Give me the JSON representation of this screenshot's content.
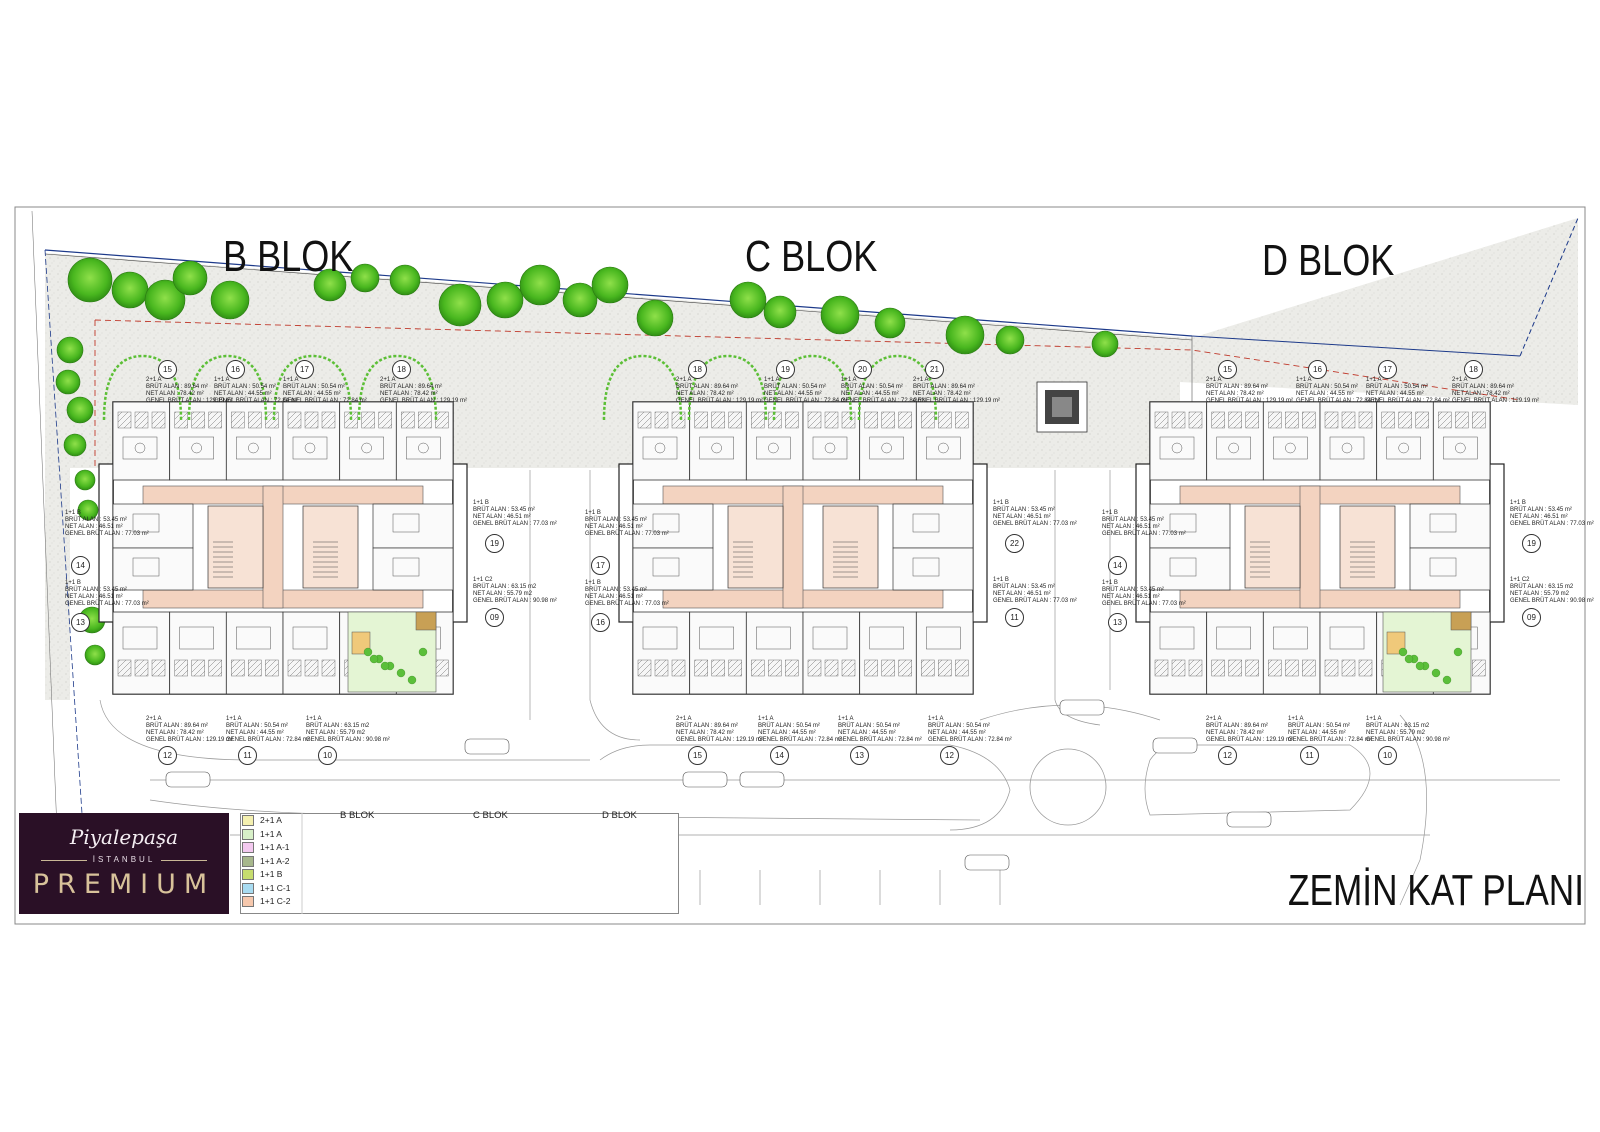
{
  "blocks": [
    {
      "title": "B BLOK"
    },
    {
      "title": "C BLOK"
    },
    {
      "title": "D BLOK"
    }
  ],
  "plan_title": "ZEMİN KAT PLANI",
  "brand": {
    "script": "Piyalepaşa",
    "sub": "İSTANBUL",
    "main": "PREMIUM"
  },
  "legend": {
    "items": [
      {
        "label": "2+1 A",
        "color": "#f4f0b0"
      },
      {
        "label": "1+1 A",
        "color": "#d8f0c8"
      },
      {
        "label": "1+1 A-1",
        "color": "#f3c9ef"
      },
      {
        "label": "1+1 A-2",
        "color": "#a7b78c"
      },
      {
        "label": "1+1 B",
        "color": "#c6dc6e"
      },
      {
        "label": "1+1 C-1",
        "color": "#a9dcf1"
      },
      {
        "label": "1+1 C-2",
        "color": "#f6c8ad"
      }
    ],
    "mini_titles": [
      "B BLOK",
      "C BLOK",
      "D BLOK"
    ]
  },
  "unit_numbers": {
    "b_top": [
      "15",
      "16",
      "17",
      "18"
    ],
    "b_left": [
      "14",
      "13"
    ],
    "b_right": [
      "19",
      "09"
    ],
    "b_bottom": [
      "12",
      "11",
      "10"
    ],
    "c_top": [
      "18",
      "19",
      "20",
      "21"
    ],
    "c_left": [
      "17",
      "16"
    ],
    "c_right": [
      "22",
      "11"
    ],
    "c_bottom": [
      "15",
      "14",
      "13",
      "12"
    ],
    "d_top": [
      "15",
      "16",
      "17",
      "18"
    ],
    "d_left": [
      "14",
      "13"
    ],
    "d_right": [
      "19",
      "09"
    ],
    "d_bottom": [
      "12",
      "11",
      "10"
    ]
  },
  "unit_tags": {
    "tag_2_1_a": "2+1 A",
    "tag_1_1_a": "1+1 A",
    "tag_1_1_b": "1+1 B",
    "tag_1_1_c2": "1+1 C2",
    "brut_2_1": "BRÜT ALAN : 89.64 m²",
    "net_2_1": "NET ALAN : 78.42 m²",
    "genel_2_1": "GENEL BRÜT ALAN : 129.19 m²",
    "brut_1_1": "BRÜT ALAN : 50.54 m²",
    "net_1_1": "NET ALAN : 44.55 m²",
    "genel_1_1": "GENEL BRÜT ALAN : 72.84 m²",
    "brut_1_1b": "BRÜT ALAN : 53.45 m²",
    "net_1_1b": "NET ALAN : 46.51 m²",
    "genel_1_1b": "GENEL BRÜT ALAN : 77.03 m²",
    "brut_c2": "BRÜT ALAN : 63.15 m2",
    "net_c2": "NET ALAN : 55.79 m2",
    "genel_c2": "GENEL BRÜT ALAN : 90.98 m²"
  }
}
